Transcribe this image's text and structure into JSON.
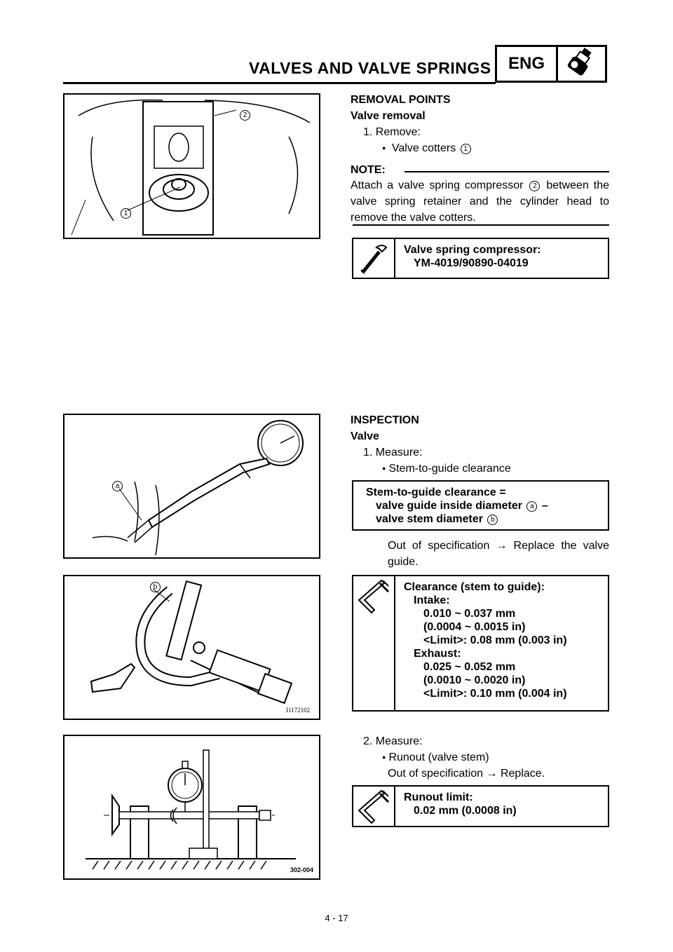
{
  "header": {
    "title": "VALVES AND VALVE SPRINGS",
    "eng_label": "ENG"
  },
  "removal": {
    "heading": "REMOVAL POINTS",
    "subheading": "Valve removal",
    "step1": "1. Remove:",
    "item1": "Valve cotters",
    "item1_ref": "1",
    "note_label": "NOTE:",
    "note_text_a": "Attach a valve spring compressor",
    "note_ref": "2",
    "note_text_b": "between the valve spring retainer and the cylinder head to remove the valve cotters.",
    "tool_title": "Valve spring compressor:",
    "tool_part": "YM-4019/90890-04019",
    "fig_labels": [
      "1",
      "2"
    ]
  },
  "inspection": {
    "heading": "INSPECTION",
    "subheading": "Valve",
    "step1": "1. Measure:",
    "item1": "Stem-to-guide clearance",
    "formula_l1": "Stem-to-guide clearance =",
    "formula_l2": "valve guide inside diameter",
    "formula_ref_a": "a",
    "formula_l2_end": "–",
    "formula_l3": "valve stem diameter",
    "formula_ref_b": "b",
    "action": "Out of specification → Replace the valve guide.",
    "clearance_title": "Clearance (stem to guide):",
    "intake_label": "Intake:",
    "intake_range": "0.010 ~ 0.037 mm",
    "intake_range_in": "(0.0004 ~ 0.0015 in)",
    "intake_limit": "<Limit>: 0.08 mm (0.003 in)",
    "exhaust_label": "Exhaust:",
    "exhaust_range": "0.025 ~ 0.052 mm",
    "exhaust_range_in": "(0.0010 ~ 0.0020 in)",
    "exhaust_limit": "<Limit>: 0.10 mm (0.004 in)",
    "step2": "2. Measure:",
    "item2": "Runout (valve stem)",
    "action2": "Out of specification → Replace.",
    "runout_title": "Runout limit:",
    "runout_value": "0.02 mm (0.0008 in)",
    "fig2_label": "a",
    "fig3_label": "b",
    "fig3_code": "I1172102",
    "fig4_code": "302-004"
  },
  "page_number": "4 - 17"
}
